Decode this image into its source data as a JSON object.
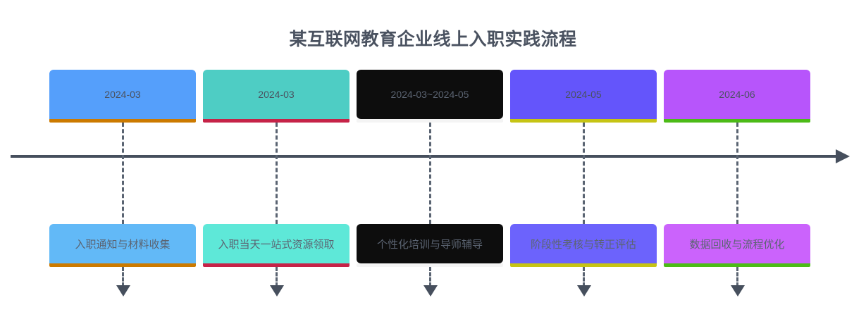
{
  "title": "某互联网教育企业线上入职实践流程",
  "axis": {
    "name": "timeline-axis",
    "direction": "left-to-right"
  },
  "chart_data": {
    "type": "timeline",
    "title": "某互联网教育企业线上入职实践流程",
    "xlabel": "",
    "ylabel": "",
    "legend": "none",
    "grid": false,
    "milestones": [
      {
        "date": "2024-03",
        "label": "入职通知与材料收集",
        "card_color": "#559ffb",
        "accent_color": "#cc7a00",
        "text_color": "#4a5260"
      },
      {
        "date": "2024-03",
        "label": "入职当天一站式资源领取",
        "card_color": "#4ecdc4",
        "accent_color": "#c62348",
        "text_color": "#4a5260"
      },
      {
        "date": "2024-03~2024-05",
        "label": "个性化培训与导师辅导",
        "card_color": "#0d0d0d",
        "accent_color": "#0d0d0d",
        "text_color": "#5b6472"
      },
      {
        "date": "2024-05",
        "label": "阶段性考核与转正评估",
        "card_color": "#6455fb",
        "accent_color": "#c6c414",
        "text_color": "#4a5260"
      },
      {
        "date": "2024-06",
        "label": "数据回收与流程优化",
        "card_color": "#b755fb",
        "accent_color": "#4cbb17",
        "text_color": "#4a5260"
      }
    ]
  },
  "colors": {
    "background": "#ffffff",
    "axis": "#464f5d",
    "title": "#4a5260",
    "connector": "#5a6472"
  }
}
